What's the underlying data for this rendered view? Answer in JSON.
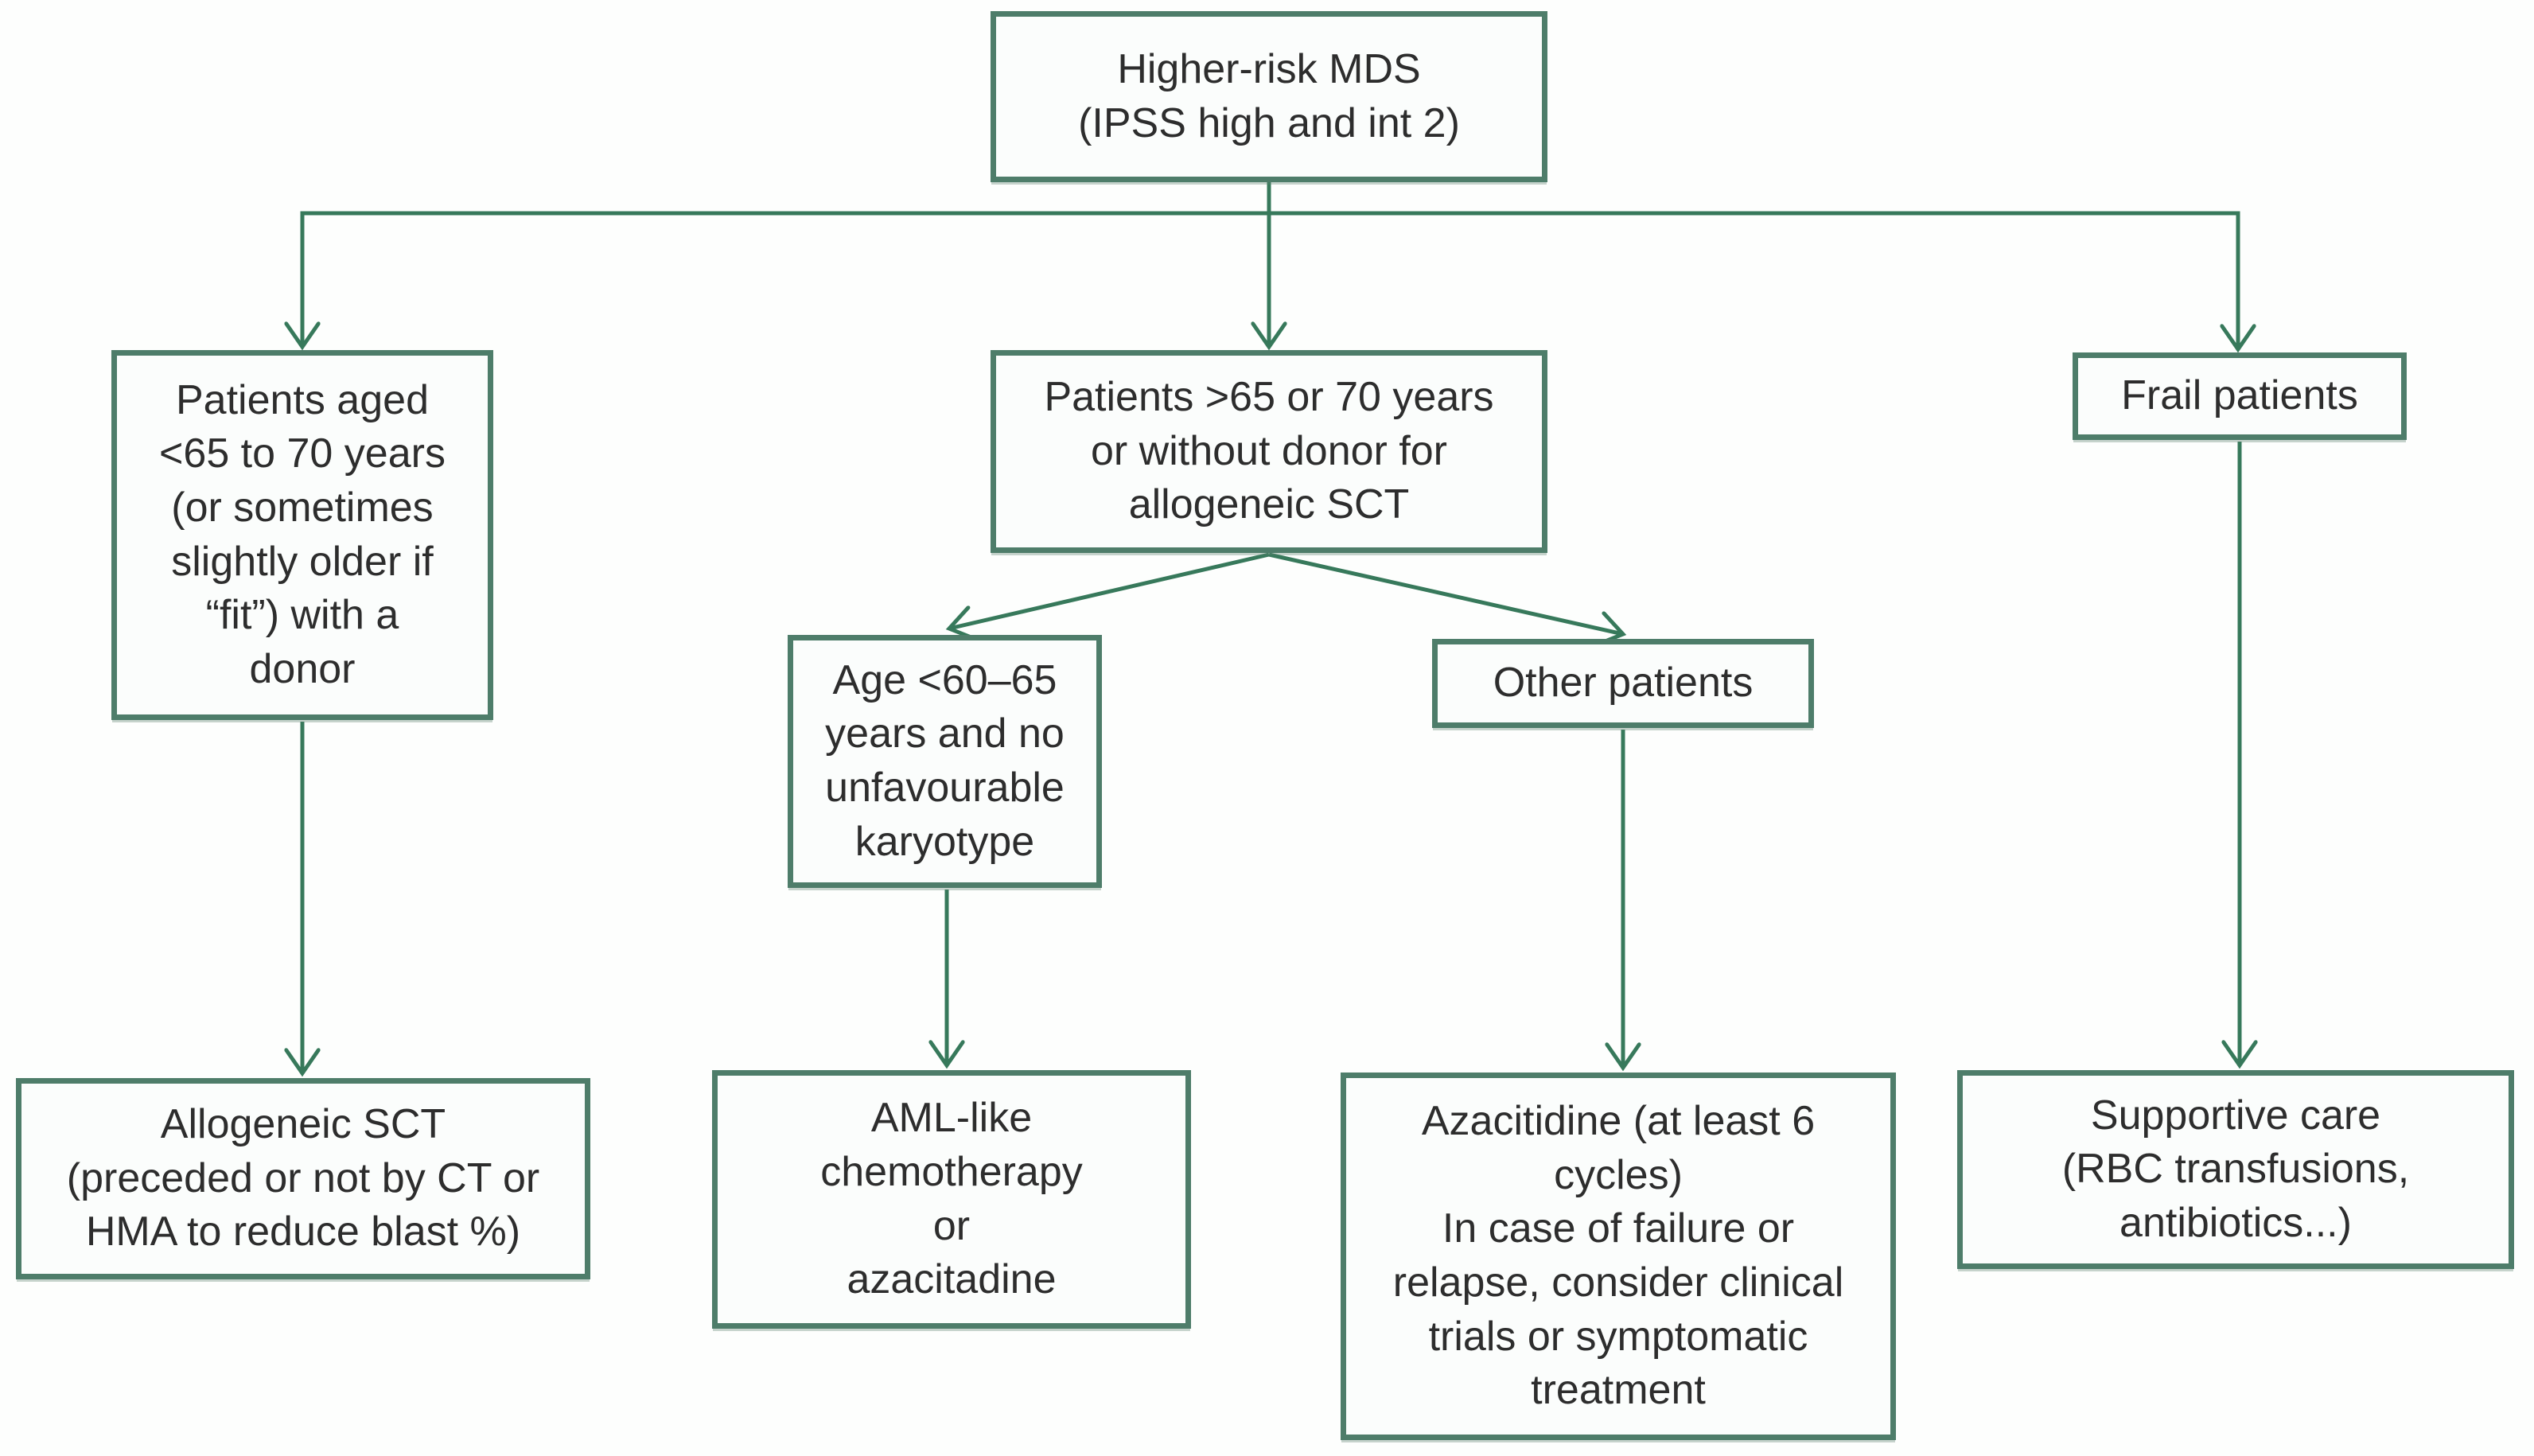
{
  "colors": {
    "line": "#37795b",
    "box_border": "#4e7d6a",
    "box_fill": "#fbfdfc",
    "text": "#2d2d2d",
    "background": "#fdfefd"
  },
  "nodes": {
    "root": {
      "label": "Higher-risk MDS\n(IPSS high and int 2)"
    },
    "transplant_eligible": {
      "label": "Patients aged\n<65 to 70 years\n(or sometimes\nslightly older if\n“fit”) with a\ndonor"
    },
    "no_donor": {
      "label": "Patients >65 or 70 years\nor without donor for\nallogeneic SCT"
    },
    "frail": {
      "label": "Frail patients"
    },
    "age_under_60_65": {
      "label": "Age <60–65\nyears and no\nunfavourable\nkaryotype"
    },
    "other_patients": {
      "label": "Other patients"
    },
    "allogeneic_sct": {
      "label": "Allogeneic SCT\n(preceded or not by CT or\nHMA to reduce blast %)"
    },
    "aml_chemo": {
      "label": "AML-like\nchemotherapy\nor\nazacitadine"
    },
    "azacitidine": {
      "label": "Azacitidine (at least 6\ncycles)\nIn case of failure or\nrelapse, consider clinical\ntrials or symptomatic\ntreatment"
    },
    "supportive_care": {
      "label": "Supportive care\n(RBC transfusions,\nantibiotics...)"
    }
  }
}
